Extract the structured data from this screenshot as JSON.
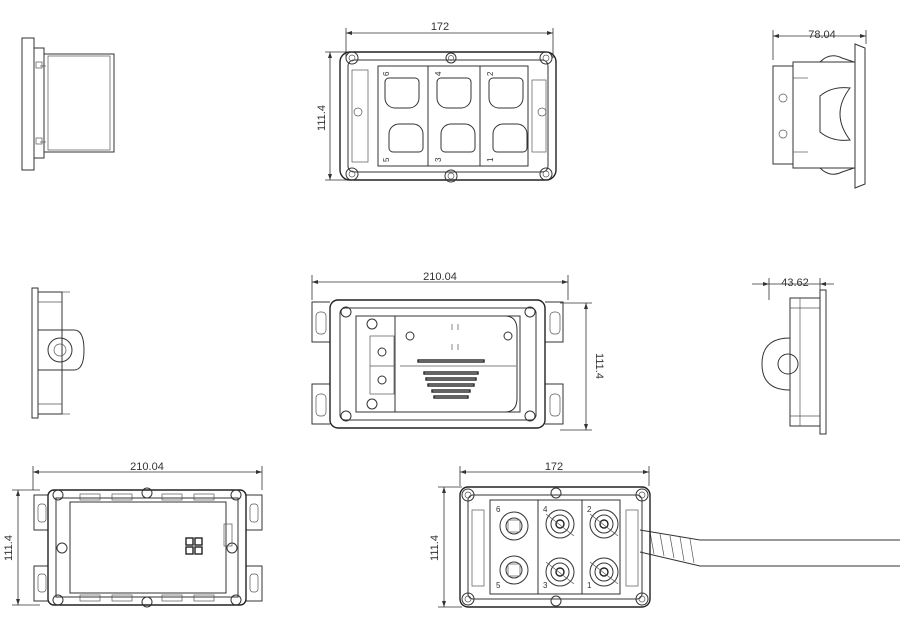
{
  "views": {
    "top_center": {
      "width_label": "172",
      "height_label": "111.4",
      "port_numbers": [
        "6",
        "4",
        "2",
        "5",
        "3",
        "1"
      ]
    },
    "top_right": {
      "depth_label": "78.04"
    },
    "mid_center": {
      "width_label": "210.04",
      "height_label": "111.4"
    },
    "mid_right": {
      "depth_label": "43.62"
    },
    "bottom_left": {
      "width_label": "210.04",
      "height_label": "111.4"
    },
    "bottom_center": {
      "width_label": "172",
      "height_label": "111.4",
      "port_numbers": [
        "6",
        "4",
        "2",
        "5",
        "3",
        "1"
      ]
    }
  }
}
